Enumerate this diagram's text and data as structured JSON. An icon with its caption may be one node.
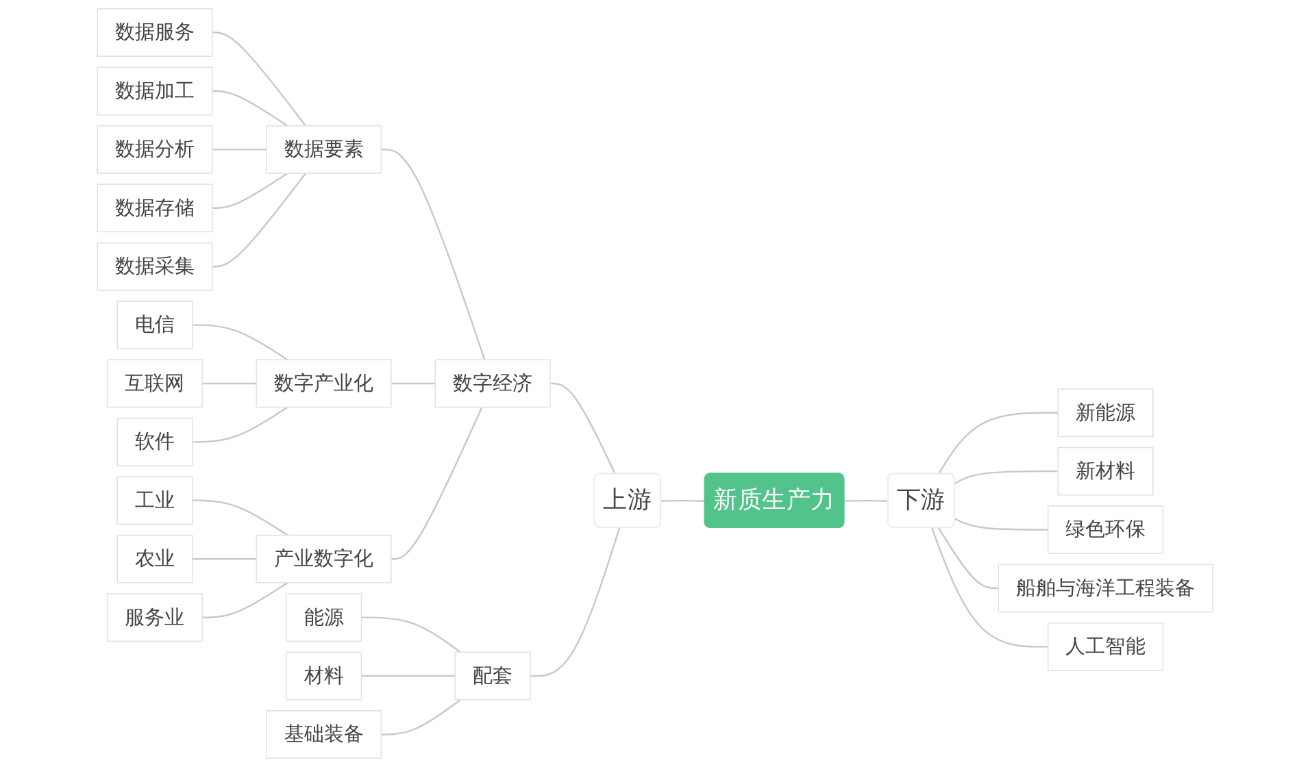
{
  "diagram": {
    "nodes": [
      {
        "text": [
          "新质生产力"
        ]
      },
      {
        "text": [
          "上游"
        ]
      },
      {
        "text": [
          "下游"
        ]
      },
      {
        "text": [
          "数字经济"
        ]
      },
      {
        "text": [
          "配套"
        ]
      },
      {
        "text": [
          "数据要素"
        ]
      },
      {
        "text": [
          "数字产业化"
        ]
      },
      {
        "text": [
          "产业数字化"
        ]
      },
      {
        "text": [
          "数据服务"
        ]
      },
      {
        "text": [
          "数据加工"
        ]
      },
      {
        "text": [
          "数据分析"
        ]
      },
      {
        "text": [
          "数据存储"
        ]
      },
      {
        "text": [
          "数据采集"
        ]
      },
      {
        "text": [
          "电信"
        ]
      },
      {
        "text": [
          "互联网"
        ]
      },
      {
        "text": [
          "软件"
        ]
      },
      {
        "text": [
          "工业"
        ]
      },
      {
        "text": [
          "农业"
        ]
      },
      {
        "text": [
          "服务业"
        ]
      },
      {
        "text": [
          "能源"
        ]
      },
      {
        "text": [
          "材料"
        ]
      },
      {
        "text": [
          "基础装备"
        ]
      },
      {
        "text": [
          "新能源"
        ]
      },
      {
        "text": [
          "新材料"
        ]
      },
      {
        "text": [
          "绿色环保"
        ]
      },
      {
        "text": [
          "船舶与海洋工程装备"
        ]
      },
      {
        "text": [
          "人工智能"
        ]
      }
    ],
    "edges": [
      {
        "from": 1,
        "to": 0,
        "arrow": "none"
      },
      {
        "from": 0,
        "to": 2,
        "arrow": "none"
      },
      {
        "from": 3,
        "to": 1,
        "arrow": "none"
      },
      {
        "from": 4,
        "to": 1,
        "arrow": "none"
      },
      {
        "from": 5,
        "to": 3,
        "arrow": "none"
      },
      {
        "from": 6,
        "to": 3,
        "arrow": "none"
      },
      {
        "from": 7,
        "to": 3,
        "arrow": "none"
      },
      {
        "from": 8,
        "to": 5,
        "arrow": "none"
      },
      {
        "from": 9,
        "to": 5,
        "arrow": "none"
      },
      {
        "from": 10,
        "to": 5,
        "arrow": "none"
      },
      {
        "from": 11,
        "to": 5,
        "arrow": "none"
      },
      {
        "from": 12,
        "to": 5,
        "arrow": "none"
      },
      {
        "from": 13,
        "to": 6,
        "arrow": "none"
      },
      {
        "from": 14,
        "to": 6,
        "arrow": "none"
      },
      {
        "from": 15,
        "to": 6,
        "arrow": "none"
      },
      {
        "from": 16,
        "to": 7,
        "arrow": "none"
      },
      {
        "from": 17,
        "to": 7,
        "arrow": "none"
      },
      {
        "from": 18,
        "to": 7,
        "arrow": "none"
      },
      {
        "from": 19,
        "to": 4,
        "arrow": "none"
      },
      {
        "from": 20,
        "to": 4,
        "arrow": "none"
      },
      {
        "from": 21,
        "to": 4,
        "arrow": "none"
      },
      {
        "from": 2,
        "to": 22,
        "arrow": "none"
      },
      {
        "from": 2,
        "to": 23,
        "arrow": "none"
      },
      {
        "from": 2,
        "to": 24,
        "arrow": "none"
      },
      {
        "from": 2,
        "to": 25,
        "arrow": "none"
      },
      {
        "from": 2,
        "to": 26,
        "arrow": "none"
      }
    ]
  }
}
